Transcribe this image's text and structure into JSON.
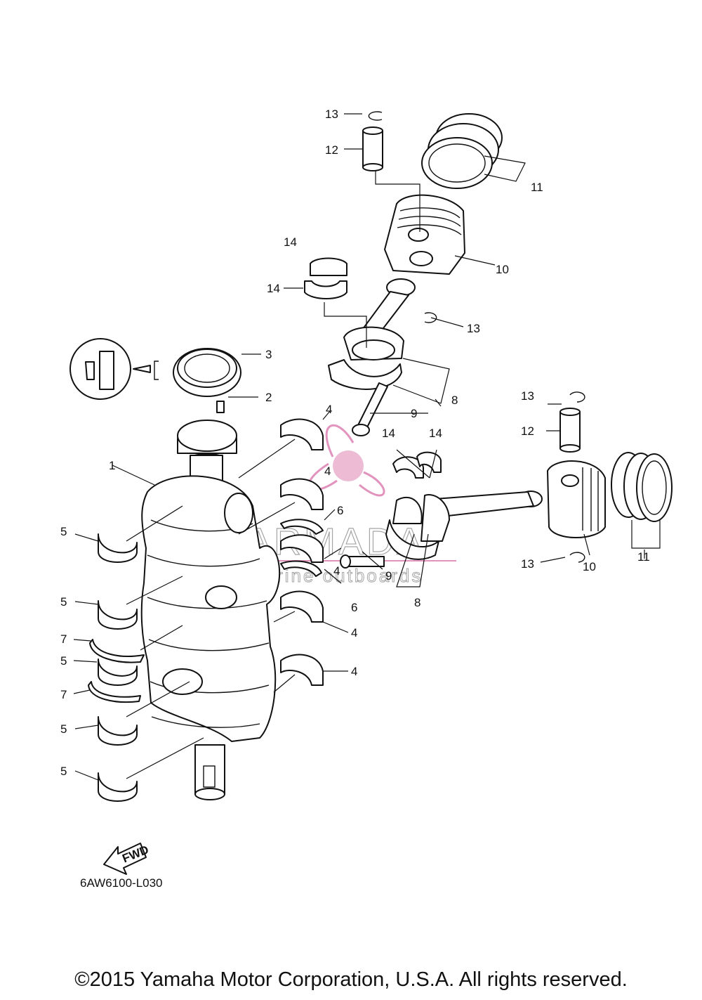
{
  "diagram": {
    "drawing_code": "6AW6100-L030",
    "fwd_arrow_text": "FWD",
    "copyright": "©2015 Yamaha Motor Corporation, U.S.A. All rights reserved.",
    "watermark": {
      "brand": "ARMADA",
      "tagline": "marine outboards",
      "color": "#d8509a"
    },
    "callouts": [
      "1",
      "2",
      "3",
      "4",
      "5",
      "6",
      "7",
      "8",
      "9",
      "10",
      "11",
      "12",
      "13",
      "14"
    ]
  }
}
